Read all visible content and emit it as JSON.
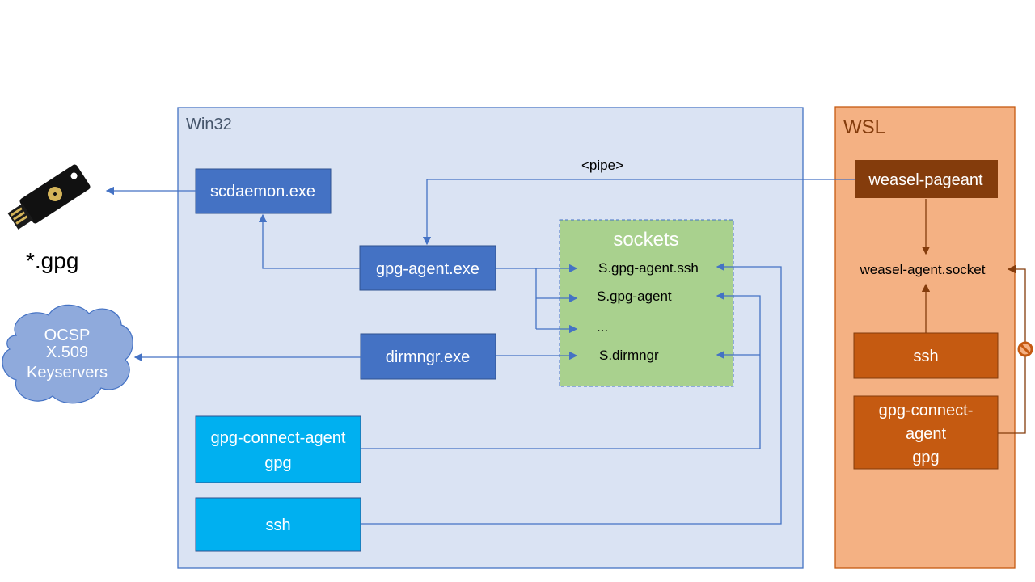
{
  "win32": {
    "title": "Win32"
  },
  "wsl": {
    "title": "WSL"
  },
  "left": {
    "key_file_label": "*.gpg",
    "cloud": [
      "OCSP",
      "X.509",
      "Keyservers"
    ]
  },
  "win32_boxes": {
    "scdaemon": "scdaemon.exe",
    "gpg_agent": "gpg-agent.exe",
    "dirmngr": "dirmngr.exe",
    "gpg_connect_agent": [
      "gpg-connect-agent",
      "gpg"
    ],
    "ssh": "ssh"
  },
  "sockets": {
    "title": "sockets",
    "items": [
      "S.gpg-agent.ssh",
      "S.gpg-agent",
      "...",
      "S.dirmngr"
    ]
  },
  "pipe_label": "<pipe>",
  "wsl_boxes": {
    "weasel_pageant": "weasel-pageant",
    "socket": "weasel-agent.socket",
    "ssh": "ssh",
    "gpg_connect_agent": [
      "gpg-connect-",
      "agent",
      "gpg"
    ]
  },
  "colors": {
    "win32_bg": "#dae3f3",
    "win32_border": "#4472c4",
    "process_box": "#4472c4",
    "client_box": "#00b0f0",
    "sockets_bg": "#a9d18e",
    "wsl_bg": "#f4b183",
    "wsl_border": "#c55a11",
    "pageant_box": "#843c0c",
    "wsl_box": "#c55a11",
    "cloud": "#8faadc"
  },
  "icons": {
    "usb_key": "yubikey-icon",
    "blocked": "prohibited-icon",
    "cloud": "cloud-icon"
  }
}
